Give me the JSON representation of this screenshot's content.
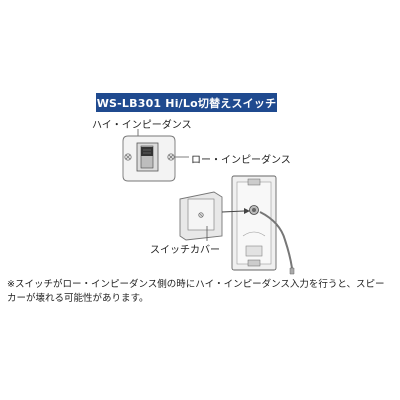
{
  "title": "WS-LB301 Hi/Lo切替えスイッチ",
  "labels": {
    "high_impedance": "ハイ・インピーダンス",
    "low_impedance": "ロー・インピーダンス",
    "switch_cover": "スイッチカバー"
  },
  "note": "※スイッチがロー・インピーダンス側の時にハイ・インピーダンス入力を行うと、スピーカーが壊れる可能性があります。",
  "colors": {
    "title_bar": "#1f4a8f",
    "title_text": "#ffffff",
    "line": "#555555"
  }
}
